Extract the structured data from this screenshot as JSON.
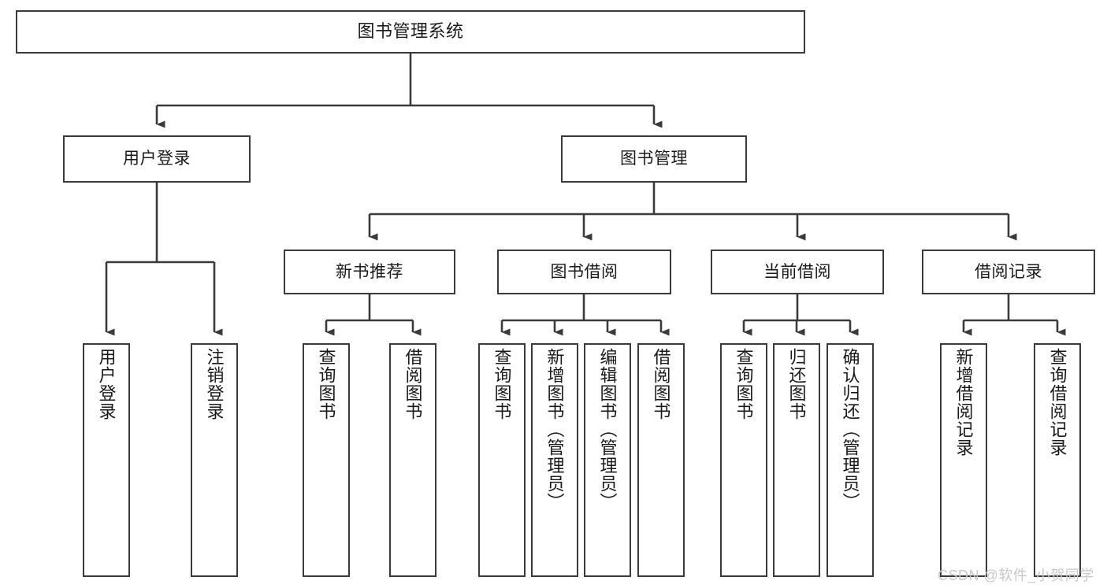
{
  "diagram": {
    "title": "图书管理系统",
    "root": {
      "label": "图书管理系统"
    },
    "level1": [
      {
        "label": "用户登录"
      },
      {
        "label": "图书管理"
      }
    ],
    "level2": [
      {
        "label": "新书推荐"
      },
      {
        "label": "图书借阅"
      },
      {
        "label": "当前借阅"
      },
      {
        "label": "借阅记录"
      }
    ],
    "leaves": {
      "user_login": [
        {
          "label": "用户登录"
        },
        {
          "label": "注销登录"
        }
      ],
      "new_book": [
        {
          "label": "查询图书"
        },
        {
          "label": "借阅图书"
        }
      ],
      "book_borrow": [
        {
          "label": "查询图书"
        },
        {
          "label": "新增图书（管理员）"
        },
        {
          "label": "编辑图书（管理员）"
        },
        {
          "label": "借阅图书"
        }
      ],
      "current_borrow": [
        {
          "label": "查询图书"
        },
        {
          "label": "归还图书"
        },
        {
          "label": "确认归还（管理员）"
        }
      ],
      "borrow_record": [
        {
          "label": "新增借阅记录"
        },
        {
          "label": "查询借阅记录"
        }
      ]
    }
  },
  "watermark": {
    "text": "CSDN @软件_小贺同学"
  },
  "colors": {
    "stroke": "#3a3a3a",
    "fill": "#ffffff",
    "text": "#1a1a1a",
    "watermark": "#c8c8c8"
  }
}
